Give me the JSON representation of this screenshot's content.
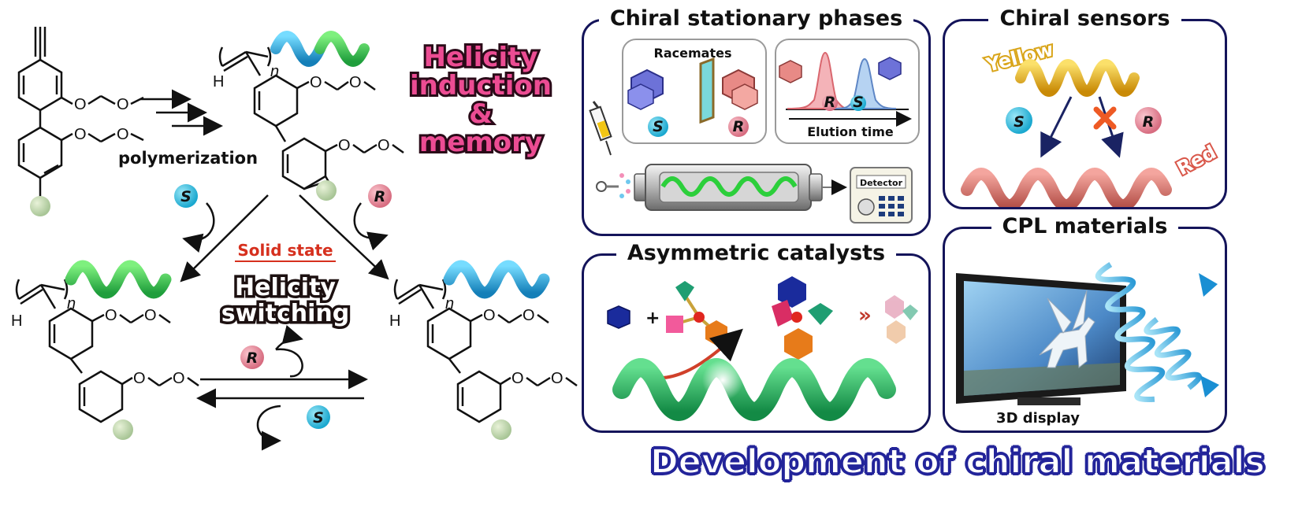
{
  "left_scheme": {
    "polymerization_label": "polymerization",
    "subscript_n": "n",
    "hydrogen_label": "H",
    "oxygen_label": "O",
    "helicity_induction_lines": [
      "Helicity",
      "induction",
      "&",
      "memory"
    ],
    "solid_state_label": "Solid state",
    "helicity_switching_lines": [
      "Helicity",
      "switching"
    ],
    "s_label": "S",
    "r_label": "R"
  },
  "panels": {
    "chiral_stationary_phases": {
      "title": "Chiral stationary phases",
      "racemates_label": "Racemates",
      "s_label": "S",
      "r_label": "R",
      "chrom_r_label": "R",
      "chrom_s_label": "S",
      "elution_label": "Elution time",
      "detector_label": "Detector"
    },
    "chiral_sensors": {
      "title": "Chiral sensors",
      "yellow_label": "Yellow",
      "red_label": "Red",
      "s_label": "S",
      "r_label": "R"
    },
    "asymmetric_catalysts": {
      "title": "Asymmetric catalysts",
      "plus_sign": "+",
      "much_greater_sign": "»"
    },
    "cpl_materials": {
      "title": "CPL materials",
      "display_label": "3D display"
    }
  },
  "footer_title": "Development of chiral materials",
  "colors": {
    "panel_border": "#14145a",
    "s_ball": "#3bbfe0",
    "r_ball": "#e98a9a",
    "green_helix": "#34c85a",
    "blue_helix": "#1ea6d8",
    "yellow_helix": "#e8b81c",
    "red_helix": "#d9776f",
    "pink_text": "#ec4c93",
    "footer_text": "#23249a",
    "solid_state_red": "#d6301e",
    "blocked_cross": "#ee5a24"
  }
}
